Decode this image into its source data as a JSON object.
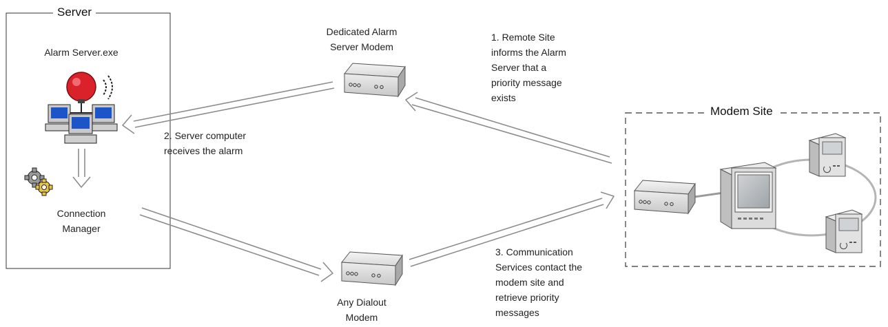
{
  "server_group": {
    "title": "Server",
    "app_label": "Alarm Server.exe",
    "manager_label_1": "Connection",
    "manager_label_2": "Manager"
  },
  "modem_site_group": {
    "title": "Modem Site"
  },
  "dedicated_modem": {
    "label_1": "Dedicated Alarm",
    "label_2": "Server  Modem"
  },
  "dialout_modem": {
    "label_1": "Any Dialout",
    "label_2": "Modem"
  },
  "steps": {
    "step1": [
      "1. Remote Site",
      "informs the Alarm",
      "Server that a",
      "priority message",
      "exists"
    ],
    "step2": [
      "2. Server computer",
      "receives the alarm"
    ],
    "step3": [
      "3. Communication",
      "Services contact the",
      "modem site and",
      "retrieve priority",
      "messages"
    ]
  }
}
